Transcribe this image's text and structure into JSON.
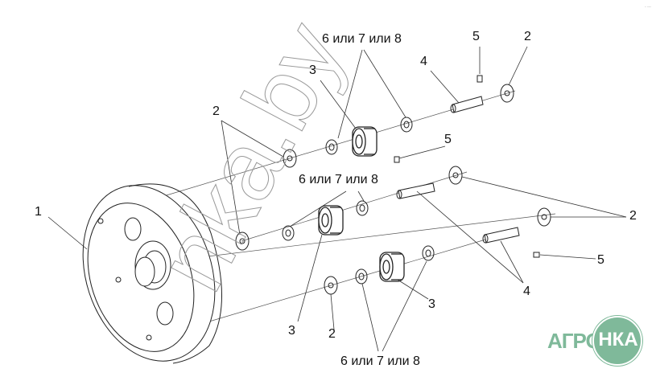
{
  "corner_mark": "- ---",
  "watermark": "nka.by",
  "logo": {
    "left": "АГРО",
    "circle": "НКА",
    "color": "#7fb99a"
  },
  "callouts": {
    "variant_top": "6 или 7 или 8",
    "variant_mid": "6 или 7 или 8",
    "variant_bottom": "6 или 7 или 8",
    "part1": "1",
    "part2_left": "2",
    "part2_top_right": "2",
    "part2_right": "2",
    "part2_bottom": "2",
    "part3_top": "3",
    "part3_left": "3",
    "part3_bottom": "3",
    "part4_top": "4",
    "part4_bottom": "4",
    "part5_top": "5",
    "part5_mid": "5",
    "part5_bottom": "5"
  }
}
